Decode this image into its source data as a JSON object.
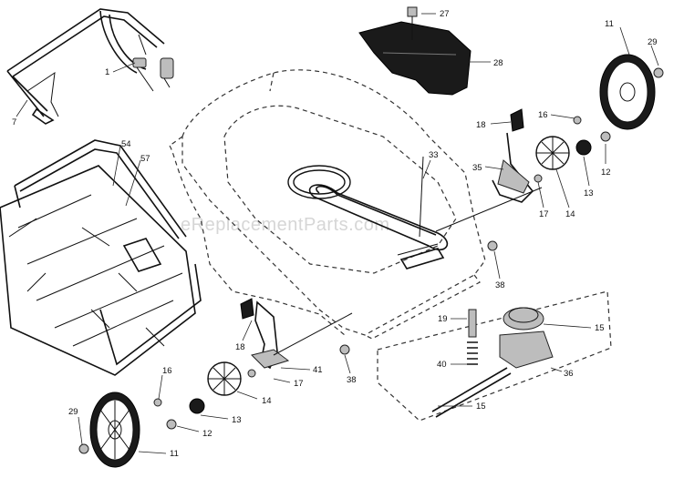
{
  "watermark": "eReplacementParts.com",
  "callouts": [
    {
      "id": "c27",
      "label": "27"
    },
    {
      "id": "c28",
      "label": "28"
    },
    {
      "id": "c11a",
      "label": "11"
    },
    {
      "id": "c29a",
      "label": "29"
    },
    {
      "id": "c1",
      "label": "1"
    },
    {
      "id": "c7",
      "label": "7"
    },
    {
      "id": "c18a",
      "label": "18"
    },
    {
      "id": "c16a",
      "label": "16"
    },
    {
      "id": "c12a",
      "label": "12"
    },
    {
      "id": "c13a",
      "label": "13"
    },
    {
      "id": "c35",
      "label": "35"
    },
    {
      "id": "c33",
      "label": "33"
    },
    {
      "id": "c17a",
      "label": "17"
    },
    {
      "id": "c14a",
      "label": "14"
    },
    {
      "id": "c54",
      "label": "54"
    },
    {
      "id": "c57",
      "label": "57"
    },
    {
      "id": "c38a",
      "label": "38"
    },
    {
      "id": "c19",
      "label": "19"
    },
    {
      "id": "c15a",
      "label": "15"
    },
    {
      "id": "c40",
      "label": "40"
    },
    {
      "id": "c36",
      "label": "36"
    },
    {
      "id": "c18b",
      "label": "18"
    },
    {
      "id": "c41",
      "label": "41"
    },
    {
      "id": "c17b",
      "label": "17"
    },
    {
      "id": "c38b",
      "label": "38"
    },
    {
      "id": "c16b",
      "label": "16"
    },
    {
      "id": "c14b",
      "label": "14"
    },
    {
      "id": "c13b",
      "label": "13"
    },
    {
      "id": "c12b",
      "label": "12"
    },
    {
      "id": "c29b",
      "label": "29"
    },
    {
      "id": "c11b",
      "label": "11"
    },
    {
      "id": "c15b",
      "label": "15"
    }
  ]
}
